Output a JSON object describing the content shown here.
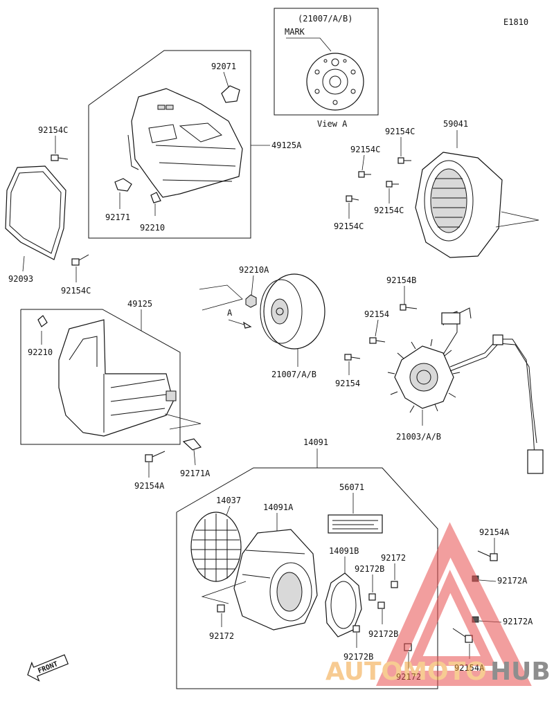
{
  "diagram_code": "E1810",
  "view_a": {
    "part_ref": "(21007/A/B)",
    "mark_label": "MARK",
    "caption": "View A"
  },
  "arrow_label": "A",
  "front_label": "FRONT",
  "parts": {
    "p92071": "92071",
    "p49125A": "49125A",
    "p92171": "92171",
    "p92210_top": "92210",
    "p92154C_left": "92154C",
    "p92093": "92093",
    "p92154C_left_low": "92154C",
    "p92154C_fan1": "92154C",
    "p92154C_fan2": "92154C",
    "p92154C_fan3": "92154C",
    "p92154C_fan4": "92154C",
    "p59041": "59041",
    "p92210A": "92210A",
    "p21007": "21007/A/B",
    "p92154B": "92154B",
    "p92154_a": "92154",
    "p92154_b": "92154",
    "p21003": "21003/A/B",
    "p49125": "49125",
    "p92210_low": "92210",
    "p92154A_left": "92154A",
    "p92171A": "92171A",
    "p14091": "14091",
    "p14037": "14037",
    "p14091A": "14091A",
    "p56071": "56071",
    "p14091B": "14091B",
    "p92172_top": "92172",
    "p92172B_top": "92172B",
    "p92172B_mid": "92172B",
    "p92172B_low": "92172B",
    "p92172_left": "92172",
    "p92172_bottom": "92172",
    "p92154A_right_top": "92154A",
    "p92172A_1": "92172A",
    "p92172A_2": "92172A",
    "p92154A_right_low": "92154A"
  },
  "watermark": {
    "word1": "AUTOMOTO",
    "word2": "HUB"
  }
}
